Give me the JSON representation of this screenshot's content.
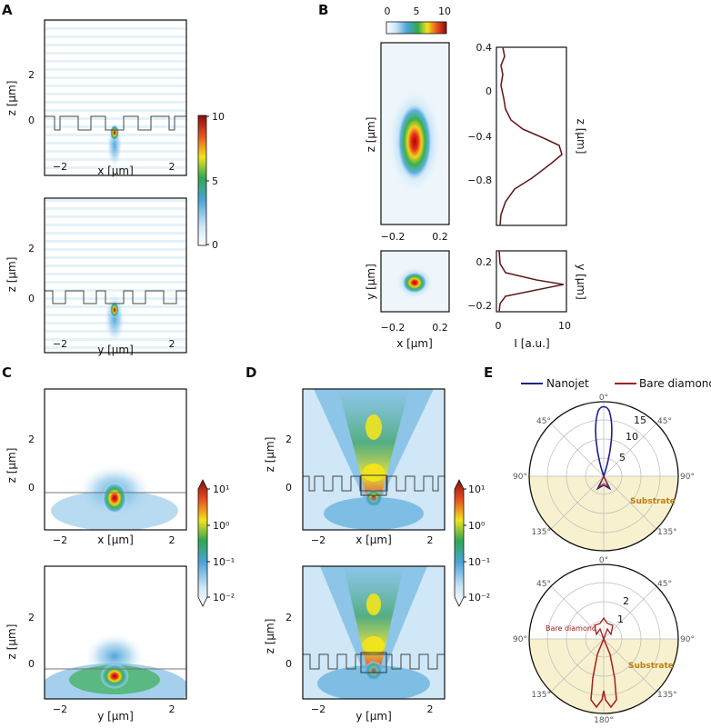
{
  "panels": {
    "a": "A",
    "b": "B",
    "c": "C",
    "d": "D",
    "e": "E"
  },
  "axes": {
    "x_um": "x [μm]",
    "y_um": "y [μm]",
    "z_um": "z [μm]",
    "i_au": "I [a.u.]"
  },
  "ticks": {
    "xy_m2": "−2",
    "xy_p2": "2",
    "z0": "0",
    "z2": "2",
    "cb_lin_0": "0",
    "cb_lin_5": "5",
    "cb_lin_10": "10",
    "b_z_04": "0.4",
    "b_z_0": "0",
    "b_z_m04": "−0.4",
    "b_z_m08": "−0.8",
    "b_x_m02": "−0.2",
    "b_x_02": "0.2",
    "b_i_0": "0",
    "b_i_10": "10",
    "b_yz_02": "0.2",
    "b_yz_m02": "−0.2",
    "cb_log_1": "10¹",
    "cb_log_0": "10⁰",
    "cb_log_m1": "10⁻¹",
    "cb_log_m2": "10⁻²"
  },
  "polar": {
    "legend_nanojet": "Nanojet",
    "legend_bare": "Bare diamond",
    "a0": "0°",
    "a45l": "45°",
    "a45r": "45°",
    "a90l": "90°",
    "a90r": "90°",
    "a135l": "135°",
    "a135r": "135°",
    "a180": "180°",
    "r5": "5",
    "r10": "10",
    "r15": "15",
    "r1": "1",
    "r2": "2",
    "substrate": "Substrate",
    "bare_label": "Bare diamond"
  },
  "colors": {
    "nanojet": "#1f1f8c",
    "bare": "#a51d1d",
    "substrate": "#f7f1cf",
    "substrate_text": "#c07a10"
  }
}
